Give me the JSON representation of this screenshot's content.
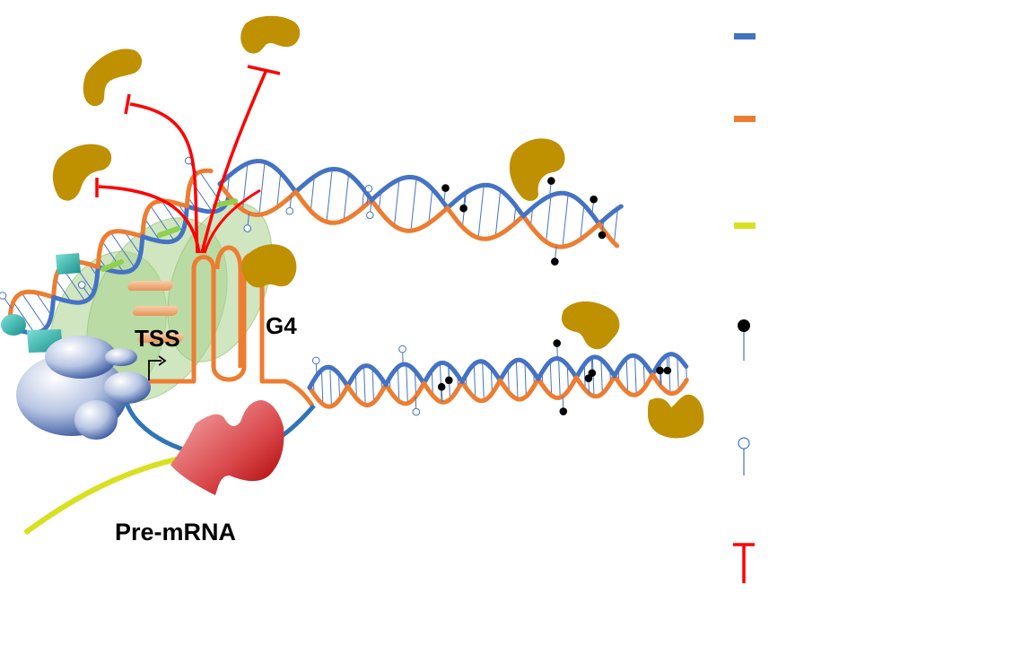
{
  "labels": {
    "tss": "TSS",
    "g4": "G4",
    "pre_mrna": "Pre-mRNA"
  },
  "legend": [
    {
      "icon": "blue-strand-swatch",
      "text": ""
    },
    {
      "icon": "orange-strand-swatch",
      "text": ""
    },
    {
      "icon": "yellow-rna-swatch",
      "text": ""
    },
    {
      "icon": "filled-lollipop-methylated",
      "text": ""
    },
    {
      "icon": "open-lollipop-unmethylated",
      "text": ""
    },
    {
      "icon": "inhibition-symbol",
      "text": ""
    }
  ],
  "colors": {
    "strand_blue": "#4472c4",
    "strand_orange": "#ed7d31",
    "rna_yellow": "#d9e021",
    "inhibit_red": "#ff0000",
    "protein_gold": "#bf9000",
    "pol_green": "#a9d18e",
    "teal": "#20b2aa",
    "polymerase_red": "#c00000"
  }
}
